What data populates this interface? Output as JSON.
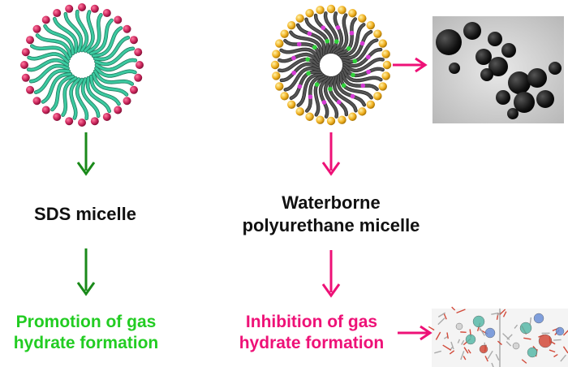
{
  "labels": {
    "sds_micelle": "SDS micelle",
    "wpu_line1": "Waterborne",
    "wpu_line2": "polyurethane micelle",
    "promotion_line1": "Promotion of gas",
    "promotion_line2": "hydrate formation",
    "inhibition_line1": "Inhibition of gas",
    "inhibition_line2": "hydrate formation"
  },
  "colors": {
    "green_arrow": "#1a8a1a",
    "green_text": "#22cc22",
    "pink": "#ee1177",
    "sds_tail": "#3cc9a0",
    "sds_tail_edge": "#1e7a5e",
    "sds_head": "#c8245a",
    "wpu_tail": "#555555",
    "wpu_head": "#f0b020",
    "wpu_green_bead": "#2fd13a",
    "wpu_magenta_bead": "#d63ad6"
  },
  "icons": {
    "tem_image": "tem-micrograph-image",
    "md_image": "molecular-simulation-image"
  }
}
